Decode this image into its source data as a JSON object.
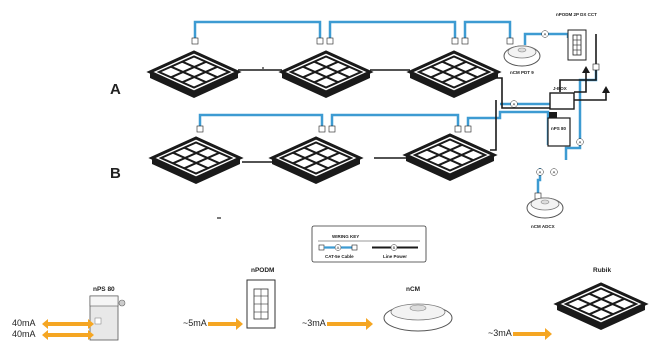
{
  "labels": {
    "nPODM_2P_DX_CCT": "nPODM 2P DX CCT",
    "nCM_PDT_9": "nCM PDT 9",
    "J_BOX": "J-BOX",
    "nPS_80_small": "nPS 80",
    "nCM_ADCX": "nCM ADCX",
    "row_A": "A",
    "row_B": "B"
  },
  "wiring_key": {
    "title": "WIRING KEY",
    "items": [
      {
        "label": "CAT-5e Cable",
        "symbol": "A",
        "color": "#3d9bd2"
      },
      {
        "label": "Line Power",
        "symbol": "B",
        "color": "#1a1a1a"
      }
    ]
  },
  "connector_symbols": {
    "cat5": "A",
    "power": "B"
  },
  "legend_devices": [
    {
      "name": "nPS 80",
      "currents": [
        "40mA",
        "40mA"
      ]
    },
    {
      "name": "nPODM",
      "currents": [
        "~5mA"
      ]
    },
    {
      "name": "nCM",
      "currents": [
        "~3mA"
      ]
    },
    {
      "name": "Rubik",
      "currents": [
        "~3mA"
      ]
    }
  ],
  "colors": {
    "cat5": "#3d9bd2",
    "power": "#1a1a1a",
    "arrow": "#f5a623"
  },
  "icons": [
    "luminaire-icon",
    "wall-switch-icon",
    "ceiling-sensor-icon",
    "power-pack-icon",
    "junction-box-icon"
  ]
}
